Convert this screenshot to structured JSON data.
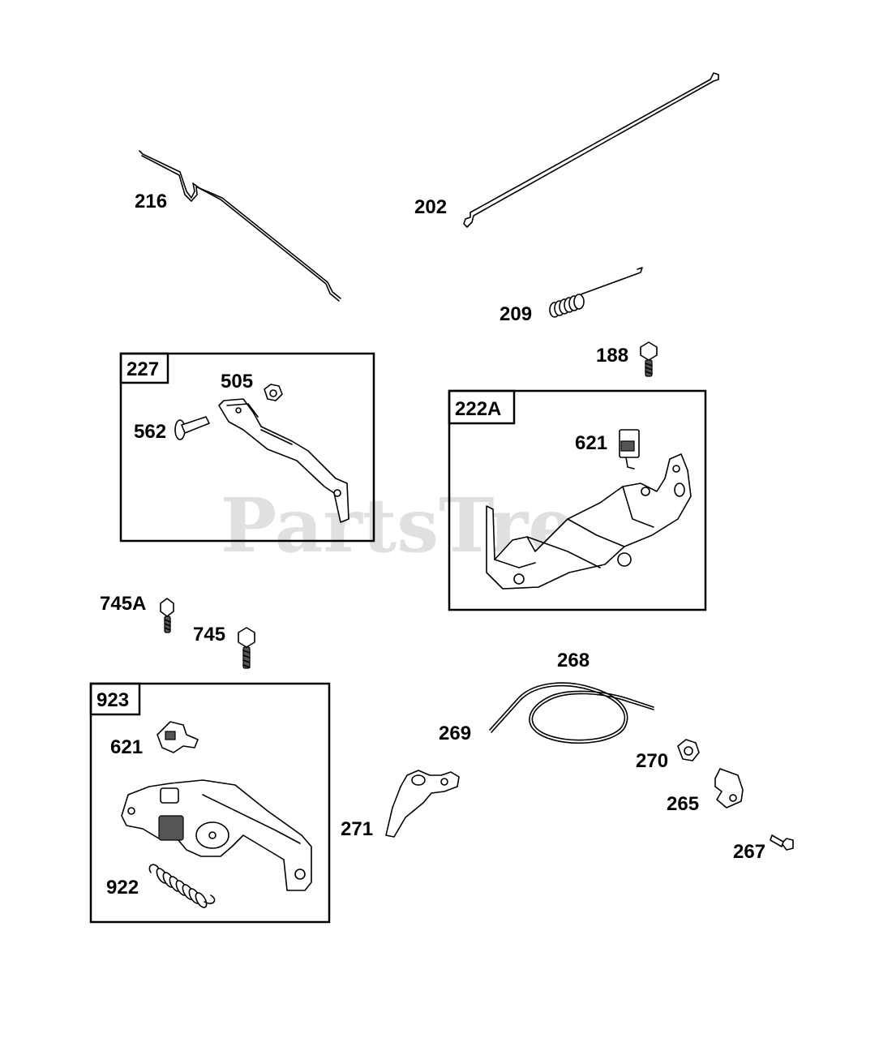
{
  "watermark": "PartsTree",
  "groups": [
    {
      "label": "227"
    },
    {
      "label": "222A"
    },
    {
      "label": "923"
    }
  ],
  "labels": {
    "p216": "216",
    "p202": "202",
    "p209": "209",
    "p188": "188",
    "p505": "505",
    "p562": "562",
    "p621a": "621",
    "p745a": "745A",
    "p745": "745",
    "p268": "268",
    "p269": "269",
    "p270": "270",
    "p265": "265",
    "p271": "271",
    "p267": "267",
    "p621b": "621",
    "p922": "922"
  }
}
